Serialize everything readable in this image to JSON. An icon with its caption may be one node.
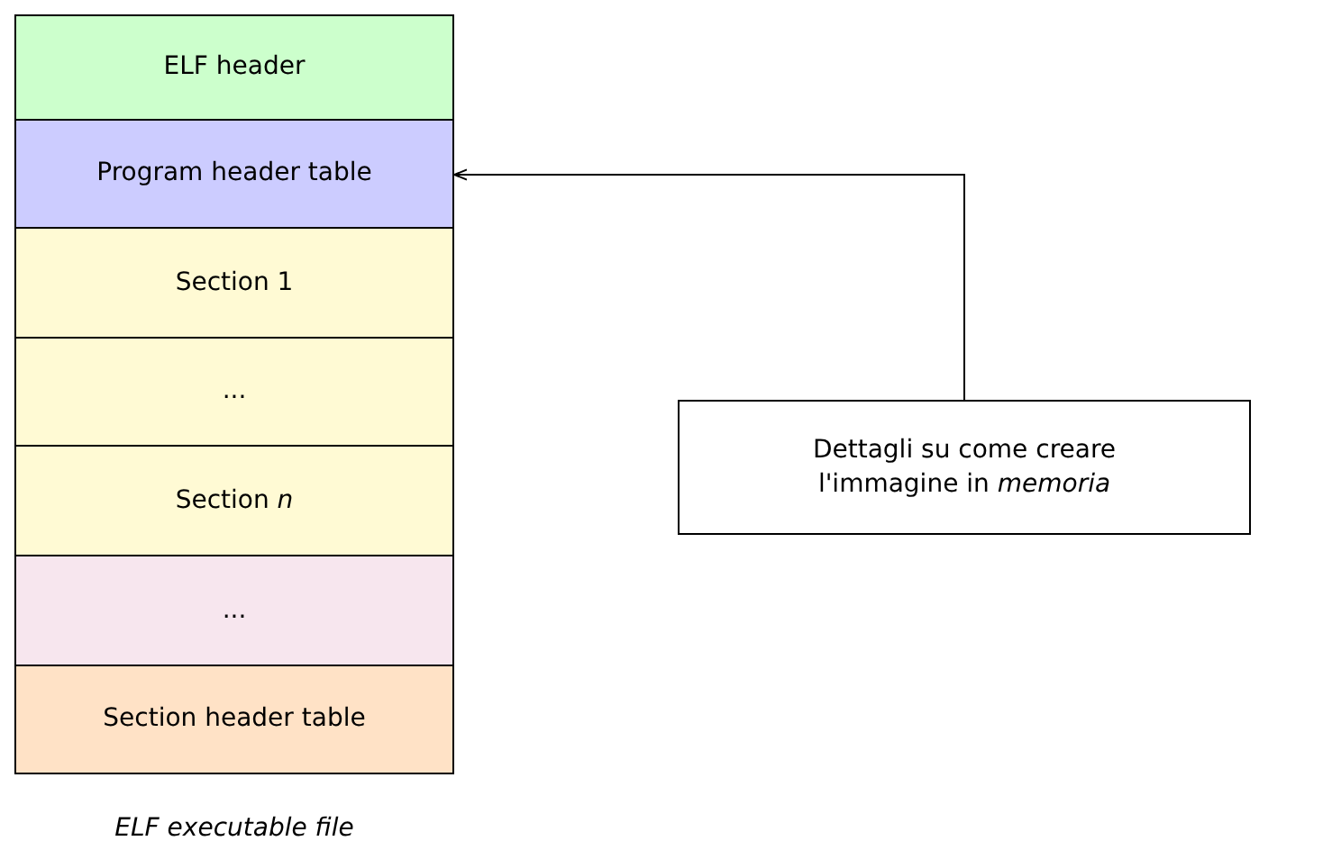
{
  "diagram": {
    "caption": "ELF executable file",
    "nodes": [
      {
        "text": [
          "ELF header"
        ]
      },
      {
        "text": [
          "Program header table"
        ]
      },
      {
        "text": [
          "Section 1"
        ]
      },
      {
        "text": [
          "..."
        ]
      },
      {
        "text": [
          "Section *n*"
        ]
      },
      {
        "text": [
          "..."
        ]
      },
      {
        "text": [
          "Section header table"
        ]
      },
      {
        "text": [
          "Dettagli su come creare l'immagine in *memoria*"
        ]
      }
    ],
    "edges": [
      {
        "from": 7,
        "to": 1,
        "arrow": "to"
      }
    ]
  }
}
